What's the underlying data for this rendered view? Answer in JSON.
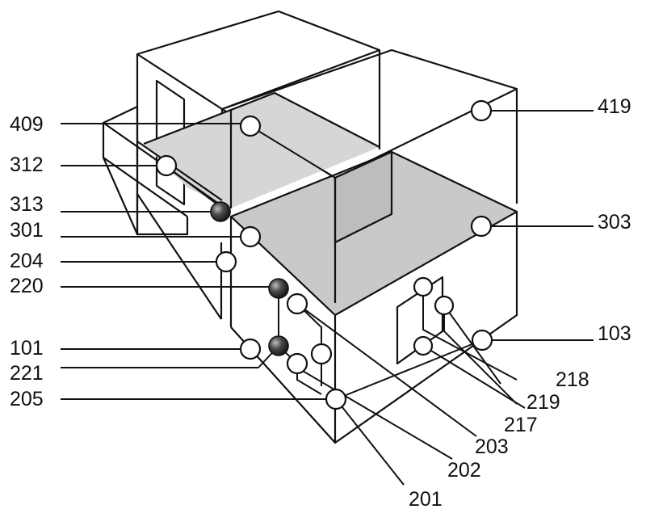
{
  "figure": {
    "labels": [
      {
        "id": "409",
        "text": "409"
      },
      {
        "id": "312",
        "text": "312"
      },
      {
        "id": "313",
        "text": "313"
      },
      {
        "id": "301",
        "text": "301"
      },
      {
        "id": "204",
        "text": "204"
      },
      {
        "id": "220",
        "text": "220"
      },
      {
        "id": "101",
        "text": "101"
      },
      {
        "id": "221",
        "text": "221"
      },
      {
        "id": "205",
        "text": "205"
      },
      {
        "id": "419",
        "text": "419"
      },
      {
        "id": "303",
        "text": "303"
      },
      {
        "id": "103",
        "text": "103"
      },
      {
        "id": "218",
        "text": "218"
      },
      {
        "id": "219",
        "text": "219"
      },
      {
        "id": "217",
        "text": "217"
      },
      {
        "id": "203",
        "text": "203"
      },
      {
        "id": "202",
        "text": "202"
      },
      {
        "id": "201",
        "text": "201"
      }
    ],
    "colors": {
      "line": "#111111",
      "shaded_panel": "#c9c9c9",
      "solid_node": "#3a3a3a",
      "background": "#ffffff"
    }
  }
}
